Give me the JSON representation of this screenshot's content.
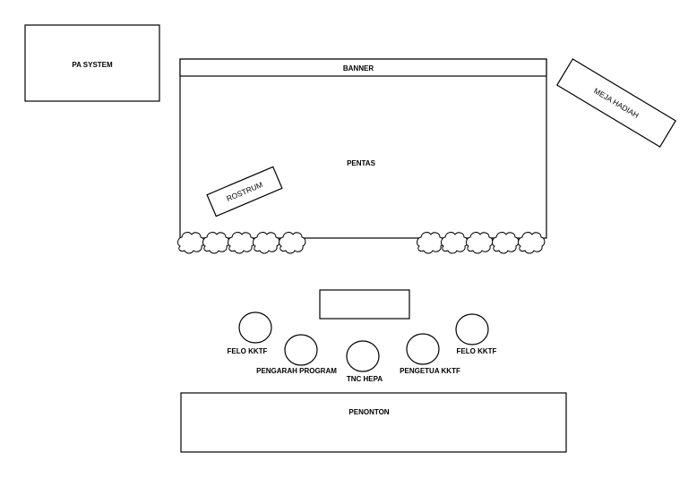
{
  "labels": {
    "pa_system": "PA SYSTEM",
    "banner": "BANNER",
    "pentas": "PENTAS",
    "rostrum": "ROSTRUM",
    "meja_hadiah": "MEJA HADIAH",
    "felo_kktf_left": "FELO KKTF",
    "pengarah_program": "PENGARAH PROGRAM",
    "tnc_hepa": "TNC HEPA",
    "pengetua_kktf": "PENGETUA KKTF",
    "felo_kktf_right": "FELO KKTF",
    "penonton": "PENONTON"
  },
  "colors": {
    "stroke": "#000000",
    "fill": "#ffffff"
  }
}
